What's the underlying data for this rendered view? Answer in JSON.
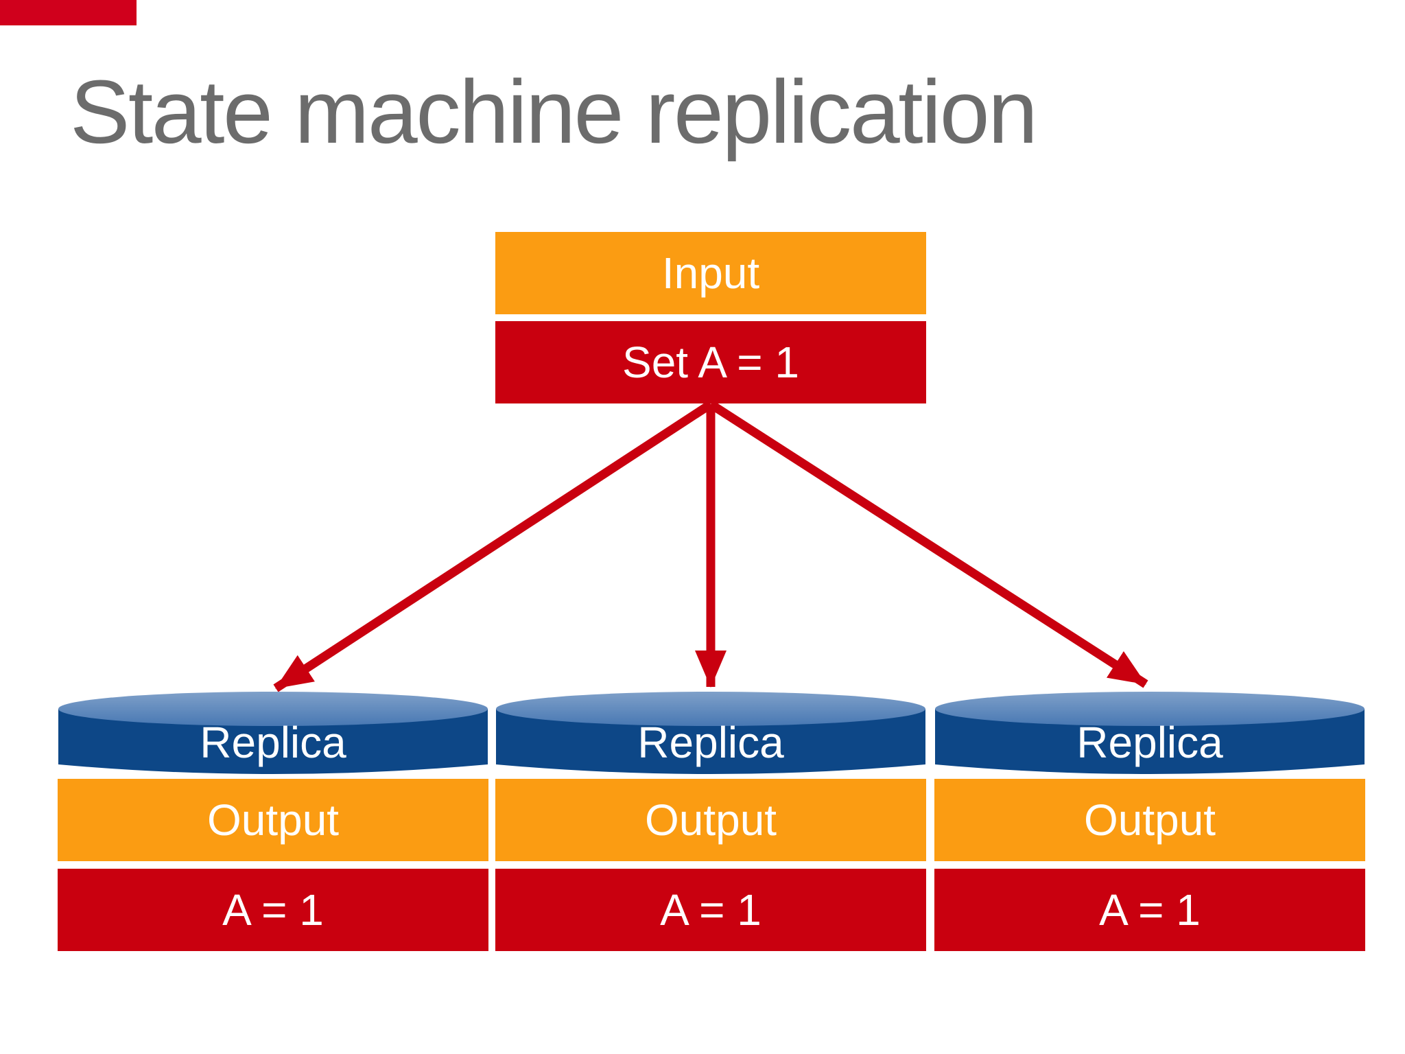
{
  "slide": {
    "title": "State machine replication"
  },
  "input": {
    "label": "Input",
    "command": "Set A = 1"
  },
  "replicas": [
    {
      "name": "Replica",
      "output_label": "Output",
      "state": "A = 1"
    },
    {
      "name": "Replica",
      "output_label": "Output",
      "state": "A = 1"
    },
    {
      "name": "Replica",
      "output_label": "Output",
      "state": "A = 1"
    }
  ],
  "colors": {
    "background": "#FFFFFF",
    "title_gray": "#6C6C6C",
    "orange": "#FB9C12",
    "red": "#C9000F",
    "arrow_red": "#C9000F",
    "top_bar_red": "#D0001C",
    "cylinder_body_blue": "#0D4787",
    "cylinder_top_blue_light": "#7FA0C9",
    "cylinder_top_blue_dark": "#4878B3",
    "label_text": "#FFFFFF"
  }
}
